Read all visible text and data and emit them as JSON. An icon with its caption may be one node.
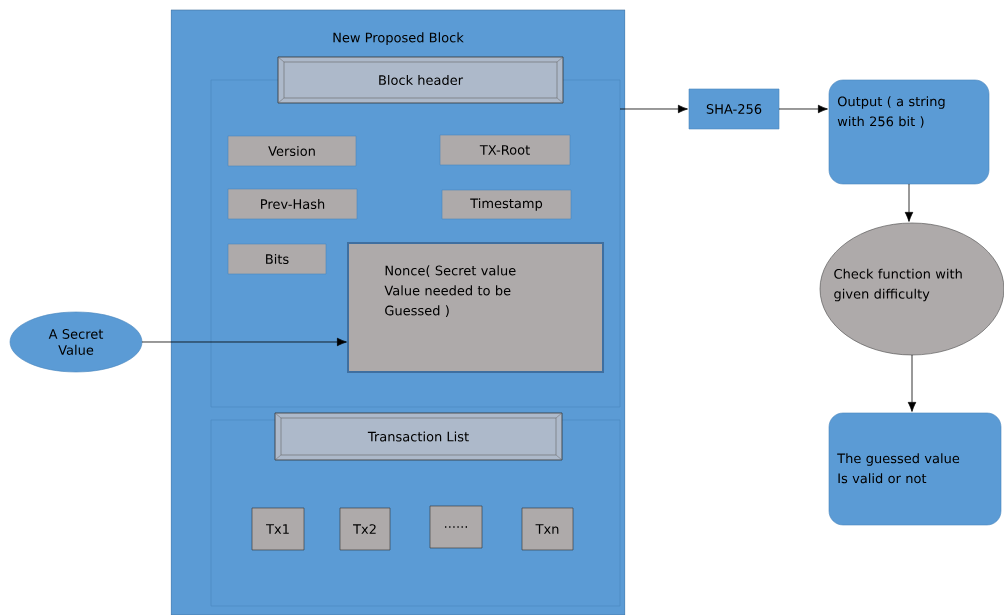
{
  "diagram": {
    "nodes": [
      {
        "text": [
          "New Proposed Block"
        ]
      },
      {
        "text": [],
        "shape": "box",
        "in": 0
      },
      {
        "text": [
          "Block header"
        ],
        "in": 0
      },
      {
        "text": [
          "Version"
        ],
        "in": 1
      },
      {
        "text": [
          "TX-Root"
        ],
        "in": 1
      },
      {
        "text": [
          "Prev-Hash"
        ],
        "in": 1
      },
      {
        "text": [
          "Timestamp"
        ],
        "in": 1
      },
      {
        "text": [
          "Bits"
        ],
        "in": 1
      },
      {
        "text": [
          "Nonce( Secret value Value needed to be Guessed )"
        ],
        "in": 1
      },
      {
        "text": [],
        "shape": "box",
        "in": 0
      },
      {
        "text": [
          "Transaction List"
        ],
        "in": 0
      },
      {
        "text": [
          "Tx1"
        ],
        "in": 9
      },
      {
        "text": [
          "Tx2"
        ],
        "in": 9
      },
      {
        "text": [
          "......"
        ],
        "in": 9
      },
      {
        "text": [
          "Txn"
        ],
        "in": 9
      },
      {
        "text": [
          "A Secret Value"
        ]
      },
      {
        "text": [
          "SHA-256"
        ]
      },
      {
        "text": [
          "Output ( a string with 256 bit )"
        ]
      },
      {
        "text": [
          "Check function with given difficulty"
        ]
      },
      {
        "text": [
          "The guessed value Is valid or not"
        ]
      }
    ],
    "edges": [
      {
        "from": 15,
        "to": 8,
        "arrow": "to"
      },
      {
        "from": 1,
        "to": 16,
        "arrow": "to"
      },
      {
        "from": 16,
        "to": 17,
        "arrow": "to"
      },
      {
        "from": 17,
        "to": 18,
        "arrow": "to"
      },
      {
        "from": 18,
        "to": 19,
        "arrow": "to"
      }
    ]
  }
}
